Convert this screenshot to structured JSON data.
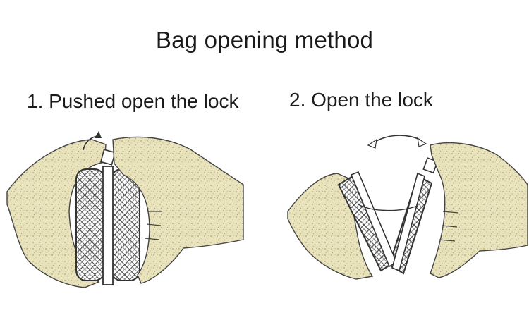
{
  "title": "Bag opening method",
  "steps": [
    {
      "label": "1. Pushed open the lock"
    },
    {
      "label": "2. Open the lock"
    }
  ],
  "colors": {
    "hand_fill": "#e6dfb4",
    "hand_speckle": "#b8ad7c",
    "outline": "#333333",
    "plaid": "#444444"
  },
  "icons": [
    "curved-arrow-icon",
    "double-headed-arc-arrow-icon"
  ]
}
